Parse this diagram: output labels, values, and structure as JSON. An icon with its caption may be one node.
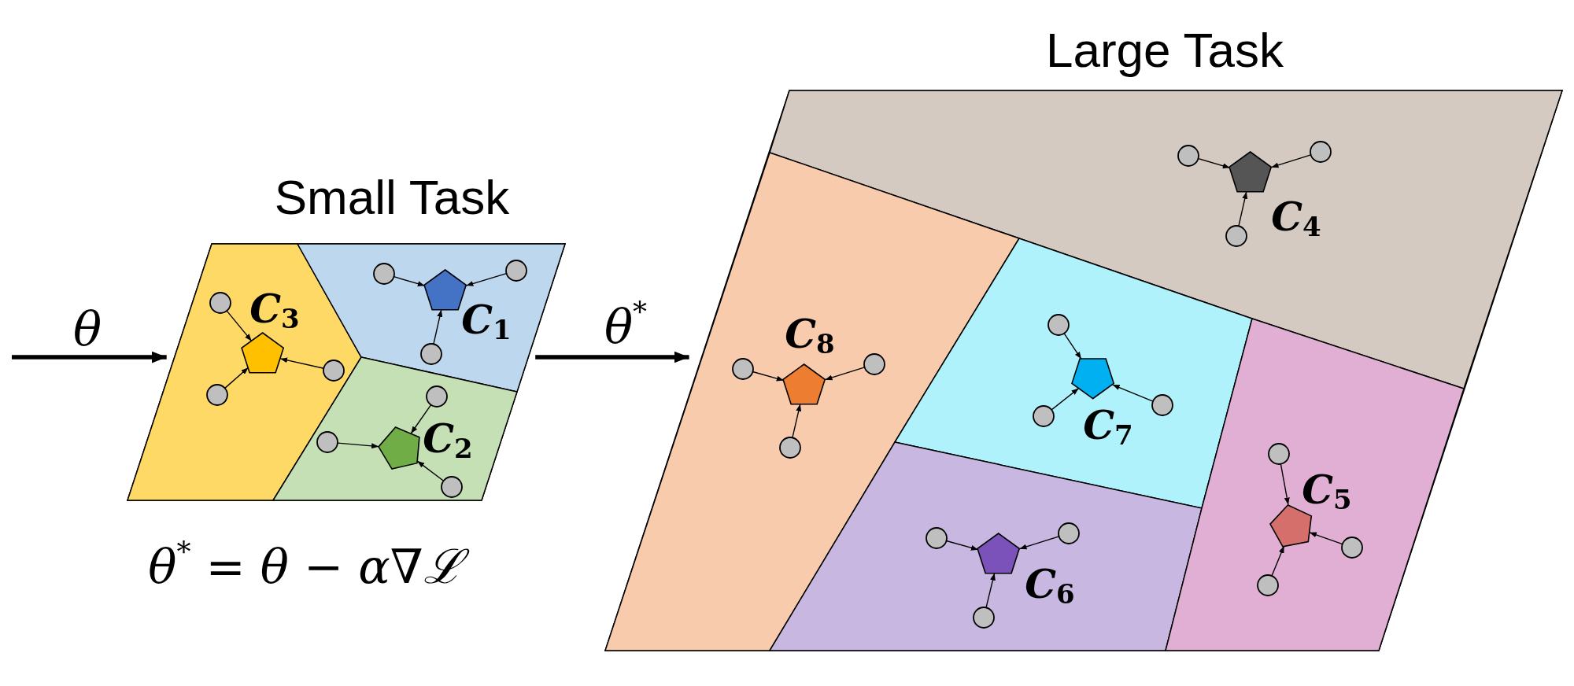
{
  "diagram": {
    "nodes": [
      {
        "text": [
          "Small Task"
        ]
      },
      {
        "text": [
          "C$_{3}$"
        ],
        "in": 0
      },
      {
        "text": [],
        "shape": "pentagon",
        "in": 1
      },
      {
        "text": [],
        "shape": "circle",
        "in": 1
      },
      {
        "text": [],
        "shape": "circle",
        "in": 1
      },
      {
        "text": [],
        "shape": "circle",
        "in": 1
      },
      {
        "text": [
          "C$_{1}$"
        ],
        "in": 0
      },
      {
        "text": [],
        "shape": "pentagon",
        "in": 6
      },
      {
        "text": [],
        "shape": "circle",
        "in": 6
      },
      {
        "text": [],
        "shape": "circle",
        "in": 6
      },
      {
        "text": [],
        "shape": "circle",
        "in": 6
      },
      {
        "text": [
          "C$_{2}$"
        ],
        "in": 0
      },
      {
        "text": [],
        "shape": "pentagon",
        "in": 11
      },
      {
        "text": [],
        "shape": "circle",
        "in": 11
      },
      {
        "text": [],
        "shape": "circle",
        "in": 11
      },
      {
        "text": [],
        "shape": "circle",
        "in": 11
      },
      {
        "text": [
          "Large Task"
        ]
      },
      {
        "text": [
          "C$_{4}$"
        ],
        "in": 16
      },
      {
        "text": [],
        "shape": "pentagon",
        "in": 17
      },
      {
        "text": [],
        "shape": "circle",
        "in": 17
      },
      {
        "text": [],
        "shape": "circle",
        "in": 17
      },
      {
        "text": [],
        "shape": "circle",
        "in": 17
      },
      {
        "text": [
          "C$_{8}$"
        ],
        "in": 16
      },
      {
        "text": [],
        "shape": "pentagon",
        "in": 22
      },
      {
        "text": [],
        "shape": "circle",
        "in": 22
      },
      {
        "text": [],
        "shape": "circle",
        "in": 22
      },
      {
        "text": [],
        "shape": "circle",
        "in": 22
      },
      {
        "text": [
          "C$_{7}$"
        ],
        "in": 16
      },
      {
        "text": [],
        "shape": "pentagon",
        "in": 27
      },
      {
        "text": [],
        "shape": "circle",
        "in": 27
      },
      {
        "text": [],
        "shape": "circle",
        "in": 27
      },
      {
        "text": [],
        "shape": "circle",
        "in": 27
      },
      {
        "text": [
          "C$_{6}$"
        ],
        "in": 16
      },
      {
        "text": [],
        "shape": "pentagon",
        "in": 32
      },
      {
        "text": [],
        "shape": "circle",
        "in": 32
      },
      {
        "text": [],
        "shape": "circle",
        "in": 32
      },
      {
        "text": [],
        "shape": "circle",
        "in": 32
      },
      {
        "text": [
          "C$_{5}$"
        ],
        "in": 16
      },
      {
        "text": [],
        "shape": "pentagon",
        "in": 37
      },
      {
        "text": [],
        "shape": "circle",
        "in": 37
      },
      {
        "text": [],
        "shape": "circle",
        "in": 37
      },
      {
        "text": [],
        "shape": "circle",
        "in": 37
      }
    ],
    "edges": [
      {
        "from": null,
        "to": 0,
        "arrow": "to",
        "label": "θ",
        "style": "thick"
      },
      {
        "from": 0,
        "to": 16,
        "arrow": "to",
        "label": "θ$^{*}$",
        "style": "thick"
      },
      {
        "from": 3,
        "to": 2,
        "arrow": "to"
      },
      {
        "from": 4,
        "to": 2,
        "arrow": "to"
      },
      {
        "from": 5,
        "to": 2,
        "arrow": "to"
      },
      {
        "from": 8,
        "to": 7,
        "arrow": "to"
      },
      {
        "from": 9,
        "to": 7,
        "arrow": "to"
      },
      {
        "from": 10,
        "to": 7,
        "arrow": "to"
      },
      {
        "from": 13,
        "to": 12,
        "arrow": "to"
      },
      {
        "from": 14,
        "to": 12,
        "arrow": "to"
      },
      {
        "from": 15,
        "to": 12,
        "arrow": "to"
      },
      {
        "from": 19,
        "to": 18,
        "arrow": "to"
      },
      {
        "from": 20,
        "to": 18,
        "arrow": "to"
      },
      {
        "from": 21,
        "to": 18,
        "arrow": "to"
      },
      {
        "from": 24,
        "to": 23,
        "arrow": "to"
      },
      {
        "from": 25,
        "to": 23,
        "arrow": "to"
      },
      {
        "from": 26,
        "to": 23,
        "arrow": "to"
      },
      {
        "from": 29,
        "to": 28,
        "arrow": "to"
      },
      {
        "from": 30,
        "to": 28,
        "arrow": "to"
      },
      {
        "from": 31,
        "to": 28,
        "arrow": "to"
      },
      {
        "from": 34,
        "to": 33,
        "arrow": "to"
      },
      {
        "from": 35,
        "to": 33,
        "arrow": "to"
      },
      {
        "from": 36,
        "to": 33,
        "arrow": "to"
      },
      {
        "from": 39,
        "to": 38,
        "arrow": "to"
      },
      {
        "from": 40,
        "to": 38,
        "arrow": "to"
      },
      {
        "from": 41,
        "to": 38,
        "arrow": "to"
      }
    ],
    "labels": [
      "θ$^{*}$ = θ − α∇ℒ"
    ]
  }
}
